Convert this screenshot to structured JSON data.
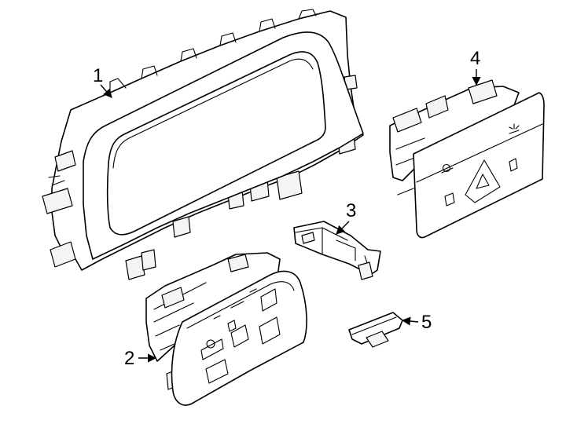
{
  "diagram": {
    "callouts": [
      {
        "id": "instrument-cluster",
        "label": "1"
      },
      {
        "id": "steering-switch-panel",
        "label": "2"
      },
      {
        "id": "connector",
        "label": "3"
      },
      {
        "id": "hazard-switch-panel",
        "label": "4"
      },
      {
        "id": "cover-clip",
        "label": "5"
      }
    ]
  }
}
